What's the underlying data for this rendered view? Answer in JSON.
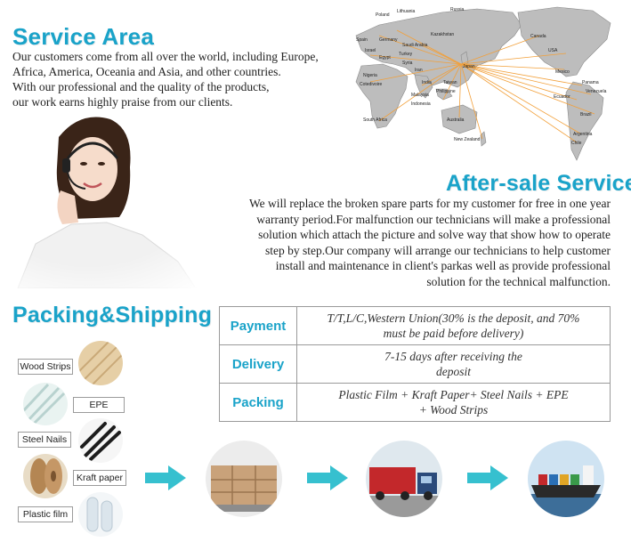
{
  "service_area": {
    "title": "Service Area",
    "lines": [
      "Our customers come from all over the world, including Europe,",
      "Africa, America, Oceania and Asia, and other countries.",
      "With our professional and the quality of the products,",
      "our work earns highly praise from our clients."
    ]
  },
  "map_labels": [
    "Poland",
    "Lithuania",
    "Russia",
    "Canada",
    "Spain",
    "Germany",
    "Israel",
    "Saudi Arabia",
    "Kazakhstan",
    "Turkey",
    "Egypt",
    "Syria",
    "Iran",
    "India",
    "Nigeria",
    "Cotedivoire",
    "Malaysia",
    "Indonesia",
    "Philippine",
    "Taiwan",
    "Japan",
    "USA",
    "Mexico",
    "Panama",
    "Venezuela",
    "Ecuador",
    "Brazil",
    "South Africa",
    "Australia",
    "New Zealand",
    "Argentina",
    "Chile"
  ],
  "after_sale": {
    "title": "After-sale Service",
    "lines": [
      "We will replace the broken spare parts for my customer for free in one year",
      "warranty period.For malfunction our technicians will make a professional",
      "solution which attach the picture and solve way that show how to operate",
      "step by step.Our company will arrange our technicians to help customer",
      "install and maintenance in client's parkas well as provide professional",
      "solution for the technical malfunction."
    ]
  },
  "packing_shipping": {
    "title": "Packing&Shipping",
    "table": [
      {
        "label": "Payment",
        "lines": [
          "T/T,L/C,Western Union(30% is the deposit, and 70%",
          "must be paid before delivery)"
        ]
      },
      {
        "label": "Delivery",
        "lines": [
          "7-15 days after receiving the",
          "deposit"
        ]
      },
      {
        "label": "Packing",
        "lines": [
          "Plastic Film + Kraft Paper+ Steel Nails + EPE",
          "+ Wood Strips"
        ]
      }
    ],
    "materials": {
      "wood_strips": "Wood Strips",
      "epe": "EPE",
      "steel_nails": "Steel Nails",
      "kraft_paper": "Kraft paper",
      "plastic_film": "Plastic film"
    }
  },
  "colors": {
    "accent": "#1aa3c9",
    "arrow": "#36c0cf",
    "route": "#f2a03a"
  }
}
